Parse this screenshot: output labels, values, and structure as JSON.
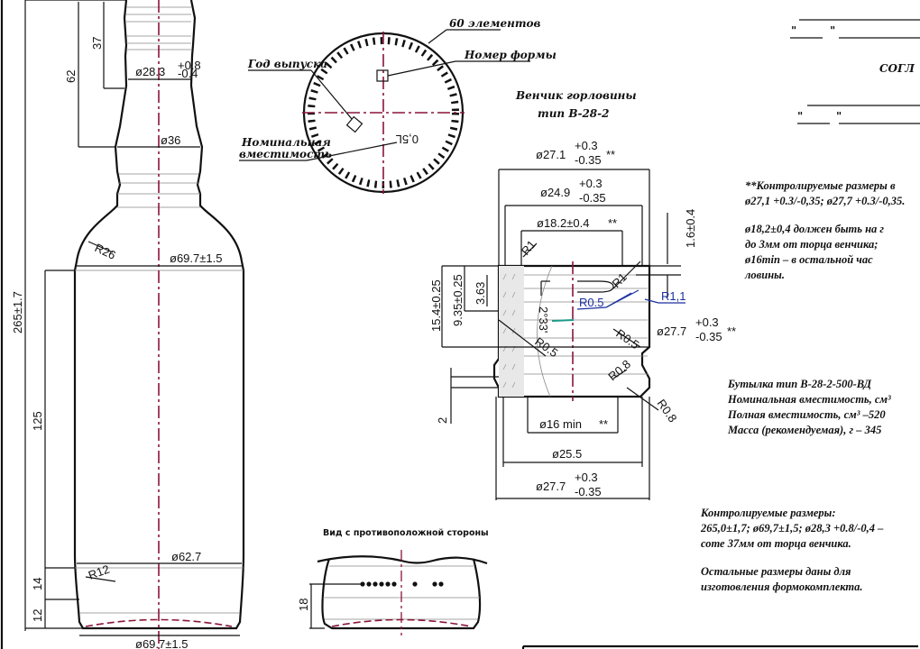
{
  "bottle": {
    "dim_total_height": "265±1.7",
    "dim_62": "62",
    "dim_37": "37",
    "dim_neck_diam": "ø28.3",
    "dim_neck_tol_plus": "+0.8",
    "dim_neck_tol_minus": "-0.4",
    "dim_36": "ø36",
    "dim_r26": "R26",
    "dim_body_diam": "ø69.7±1.5",
    "dim_125": "125",
    "dim_62_7": "ø62.7",
    "dim_r12": "R12",
    "dim_14": "14",
    "dim_12": "12",
    "dim_bottom_diam": "ø69.7±1.5"
  },
  "emblem": {
    "label_elements": "60 элементов",
    "label_year": "Год выпуска",
    "label_form_number": "Номер формы",
    "label_capacity_1": "Номинальная",
    "label_capacity_2": "вместимость",
    "volume": "0,5L"
  },
  "finish": {
    "title_1": "Венчик горловины",
    "title_2": "тип В-28-2",
    "d27_1": "ø27.1",
    "d24_9": "ø24.9",
    "d18_2": "ø18.2±0.4",
    "tol_plus": "+0.3",
    "tol_minus": "-0.35",
    "stars": "**",
    "h1_6": "1.6±0.4",
    "h15_4": "15.4±0.25",
    "h9_35": "9.35±0.25",
    "h3_63": "3.63",
    "angle": "2°33'",
    "r1a": "R1",
    "r1b": "R1",
    "r0_5": "R0.5",
    "r1_1": "R1,1",
    "r0_5b": "R0.5",
    "r0_5c": "R0.5",
    "d27_7": "ø27.7",
    "r0_8a": "R0.8",
    "r0_8b": "R0.8",
    "h2": "2",
    "d16": "ø16 min",
    "d25_5": "ø25.5",
    "d27_7b": "ø27.7"
  },
  "opposite_view": {
    "title": "Вид с противоположной стороны",
    "dim_18": "18"
  },
  "approval": {
    "quote": "\"",
    "title": "СОГЛ"
  },
  "notes": {
    "controlled_heading": "**Контролируемые размеры в",
    "controlled_line": "ø27,1 +0.3/-0,35; ø27,7 +0.3/-0,35.",
    "n1": "ø18,2±0,4 должен быть на г",
    "n2": "до 3мм от торца венчика;",
    "n3": "ø16min – в остальной час",
    "n4": "ловины.",
    "spec1": "Бутылка тип В-28-2-500-ВД",
    "spec2": "Номинальная вместимость, см³",
    "spec3": "Полная вместимость, см³ –520",
    "spec4": "Масса (рекомендуемая), г – 345",
    "ctrl_heading": "Контролируемые размеры:",
    "ctrl1": "265,0±1,7; ø69,7±1,5; ø28,3 +0.8/-0,4 – ",
    "ctrl2": "соте 37мм от торца венчика.",
    "rest1": "Остальные размеры даны для",
    "rest2": "изготовления формокомплекта."
  }
}
